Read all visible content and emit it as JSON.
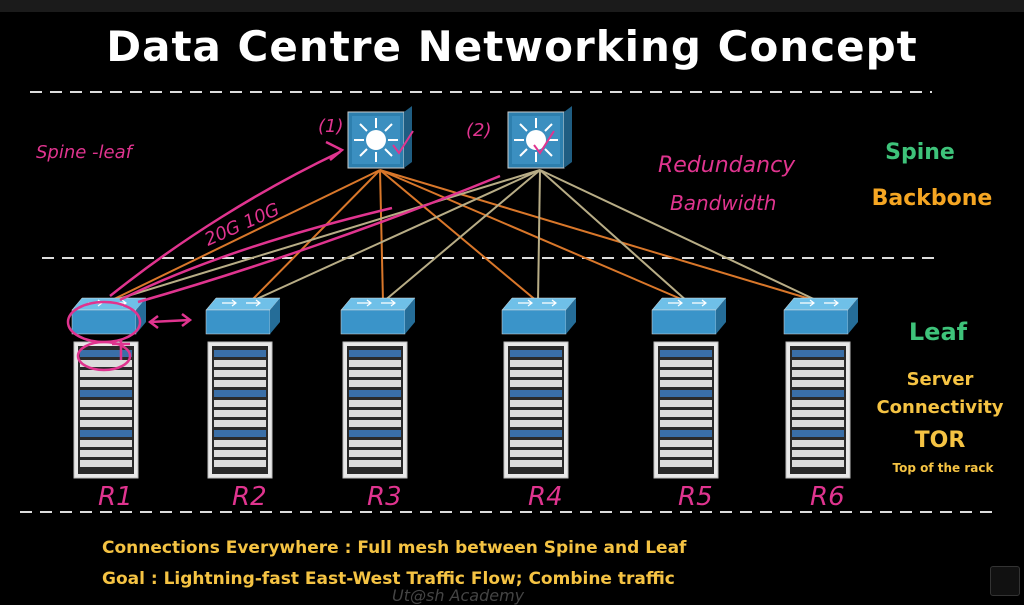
{
  "title": "Data Centre Networking Concept",
  "side_labels": {
    "spine": "Spine",
    "backbone": "Backbone",
    "leaf": "Leaf",
    "server_connectivity_1": "Server",
    "server_connectivity_2": "Connectivity",
    "tor": "TOR",
    "top_of_rack": "Top of the rack"
  },
  "spine_switches": [
    {
      "label": "(1)"
    },
    {
      "label": "(2)"
    }
  ],
  "racks": [
    {
      "label": "R1"
    },
    {
      "label": "R2"
    },
    {
      "label": "R3"
    },
    {
      "label": "R4"
    },
    {
      "label": "R5"
    },
    {
      "label": "R6"
    }
  ],
  "annotations": {
    "spine_leaf": "Spine -leaf",
    "bandwidth_link": "20G 10G",
    "redundancy": "Redundancy",
    "bandwidth": "Bandwidth",
    "arrow": "<-->"
  },
  "bottom_lines": [
    "Connections Everywhere : Full mesh between Spine and Leaf",
    "Goal : Lightning-fast East-West Traffic Flow; Combine traffic"
  ],
  "watermark": "Ut@sh Academy",
  "colors": {
    "spine_text": "#3ec37a",
    "backbone_text": "#f5a623",
    "annotation_pen": "#e0348f",
    "link_orange": "#d9772a",
    "link_tan": "#b8ad86",
    "switch_blue": "#4a9fd0"
  }
}
